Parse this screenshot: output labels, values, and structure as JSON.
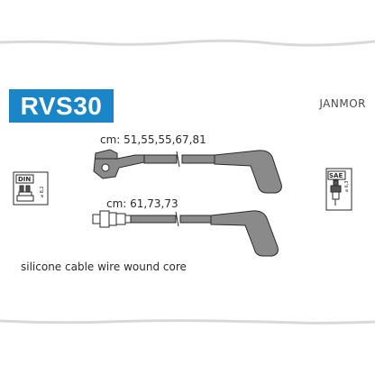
{
  "part_number": "RVS30",
  "brand": "JANMOR",
  "cable_1": {
    "lengths_label": "cm: 51,55,55,67,81"
  },
  "cable_2": {
    "lengths_label": "cm: 61,73,73"
  },
  "din_icon": {
    "label": "DIN",
    "size": "⌀ 8,2"
  },
  "sae_icon": {
    "label": "SAE",
    "size": "⌀ 6,3"
  },
  "description": "silicone cable wire wound core",
  "colors": {
    "badge": "#1b86c7",
    "cable": "#8a8a8a",
    "outline": "#2a2a2a"
  },
  "icons": [
    "din-distributor-icon",
    "sae-spark-plug-icon",
    "cable-with-angled-boot",
    "cable-with-straight-boot"
  ]
}
